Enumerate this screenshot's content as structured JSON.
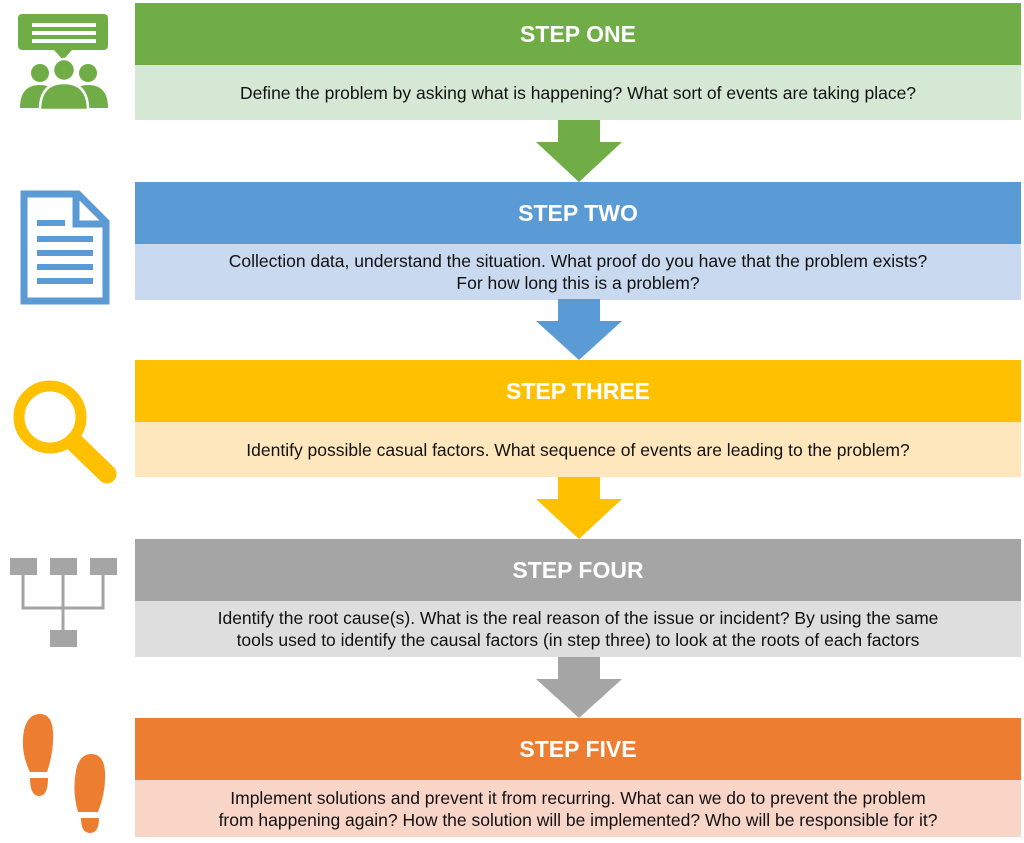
{
  "colors": {
    "green": "#70ad47",
    "green_light": "#d5e8d4",
    "blue": "#5b9bd5",
    "blue_light": "#c9d9ef",
    "yellow": "#ffc000",
    "yellow_light": "#ffe7bd",
    "gray": "#a5a5a5",
    "gray_light": "#dedede",
    "orange": "#ed7d31",
    "orange_light": "#f9d5c8"
  },
  "steps": [
    {
      "title": "STEP ONE",
      "icon": "presentation-group-icon",
      "lines": [
        "Define the problem by asking what is happening? What sort of events are taking place?"
      ]
    },
    {
      "title": "STEP TWO",
      "icon": "document-icon",
      "lines": [
        "Collection data, understand the situation. What proof do you have that the problem exists?",
        "For how long this is a problem?"
      ]
    },
    {
      "title": "STEP THREE",
      "icon": "magnifier-icon",
      "lines": [
        "Identify possible casual factors. What sequence of events are leading to the problem?"
      ]
    },
    {
      "title": "STEP FOUR",
      "icon": "hierarchy-icon",
      "lines": [
        "Identify the root cause(s). What is the real reason of the issue or incident? By using the same",
        "tools used to identify the causal factors (in step three) to look at the roots of each factors"
      ]
    },
    {
      "title": "STEP FIVE",
      "icon": "footprints-icon",
      "lines": [
        "Implement solutions and prevent it from recurring. What can we do to prevent the problem",
        "from happening again? How the solution will be implemented? Who will be responsible for it?"
      ]
    }
  ]
}
